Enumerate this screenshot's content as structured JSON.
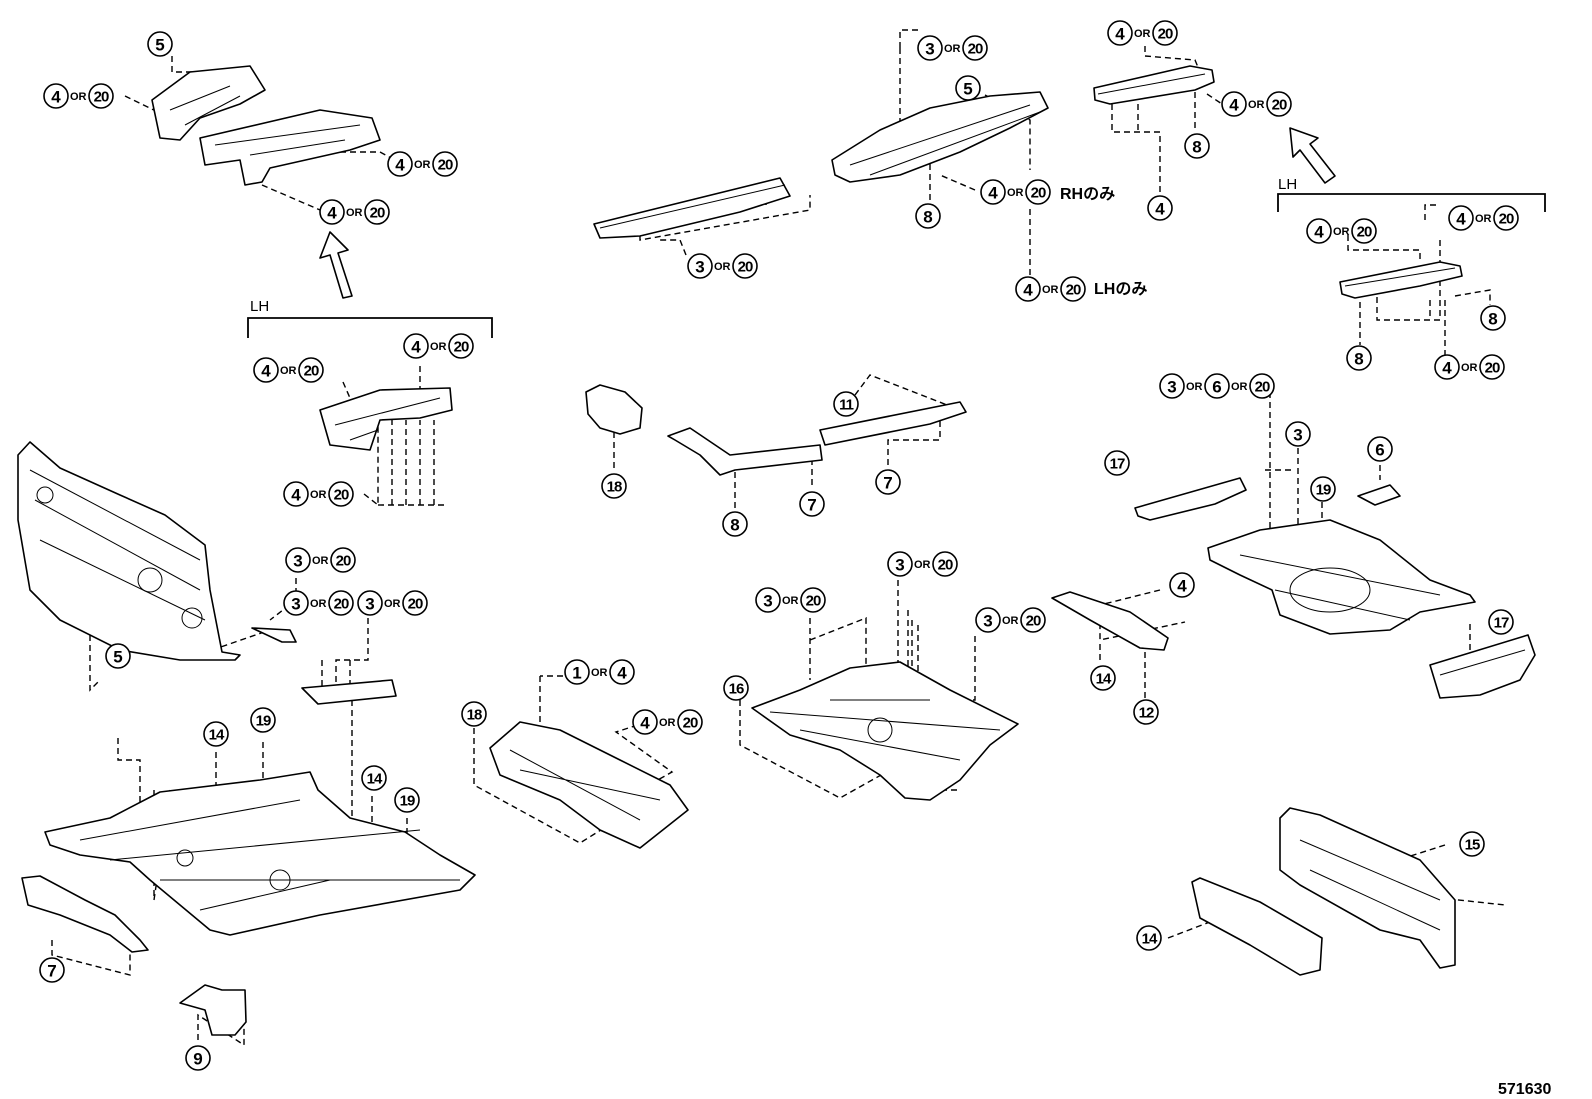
{
  "connector": "OR",
  "labels": {
    "rh_only": "RHのみ",
    "lh_only": "LHのみ",
    "lh1": "LH",
    "lh2": "LH"
  },
  "callouts": [
    [
      "5"
    ],
    [
      "4",
      "20"
    ],
    [
      "4",
      "20"
    ],
    [
      "4",
      "20"
    ],
    [
      "4",
      "20"
    ],
    [
      "4",
      "20"
    ],
    [
      "4",
      "20"
    ],
    [
      "5"
    ],
    [
      "3",
      "20"
    ],
    [
      "14"
    ],
    [
      "19"
    ],
    [
      "14"
    ],
    [
      "19"
    ],
    [
      "7"
    ],
    [
      "9"
    ],
    [
      "18"
    ],
    [
      "1",
      "4"
    ],
    [
      "4",
      "20"
    ],
    [
      "18"
    ],
    [
      "3",
      "20"
    ],
    [
      "3",
      "20"
    ],
    [
      "11"
    ],
    [
      "7"
    ],
    [
      "8"
    ],
    [
      "7"
    ],
    [
      "16"
    ],
    [
      "3",
      "20"
    ],
    [
      "3",
      "20"
    ],
    [
      "3",
      "20"
    ],
    [
      "3",
      "20"
    ],
    [
      "5"
    ],
    [
      "8"
    ],
    [
      "4",
      "20"
    ],
    [
      "4",
      "20"
    ],
    [
      "3",
      "20"
    ],
    [
      "4",
      "20"
    ],
    [
      "4",
      "20"
    ],
    [
      "8"
    ],
    [
      "4"
    ],
    [
      "4",
      "20"
    ],
    [
      "4",
      "20"
    ],
    [
      "8"
    ],
    [
      "8"
    ],
    [
      "4",
      "20"
    ],
    [
      "3",
      "6",
      "20"
    ],
    [
      "3"
    ],
    [
      "6"
    ],
    [
      "17"
    ],
    [
      "19"
    ],
    [
      "17"
    ],
    [
      "4"
    ],
    [
      "14"
    ],
    [
      "12"
    ],
    [
      "15"
    ],
    [
      "14"
    ]
  ],
  "diagram_code": "571630"
}
